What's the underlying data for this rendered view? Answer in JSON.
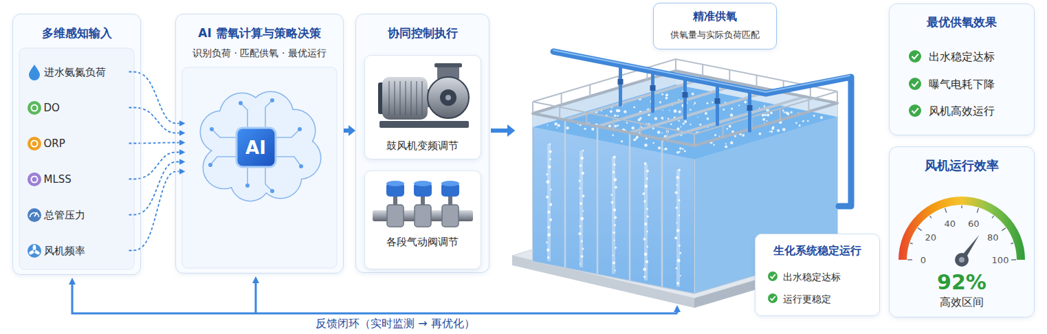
{
  "diagram": {
    "nodes": [
      {
        "text": [
          "多维感知输入"
        ]
      },
      {
        "text": [
          "进水氨氮负荷"
        ],
        "in": 0
      },
      {
        "text": [
          "DO"
        ],
        "in": 0
      },
      {
        "text": [
          "ORP"
        ],
        "in": 0
      },
      {
        "text": [
          "MLSS"
        ],
        "in": 0
      },
      {
        "text": [
          "总管压力"
        ],
        "in": 0
      },
      {
        "text": [
          "风机频率"
        ],
        "in": 0
      },
      {
        "text": [
          "AI 需氧计算与策略决策",
          "识别负荷 · 匹配供氧 · 最优运行"
        ]
      },
      {
        "text": [
          "AI"
        ],
        "in": 7
      },
      {
        "text": [
          "协同控制执行"
        ]
      },
      {
        "text": [
          "鼓风机变频调节"
        ],
        "in": 9
      },
      {
        "text": [
          "各段气动阀调节"
        ],
        "in": 9
      },
      {
        "text": [
          "精准供氧",
          "供氧量与实际负荷匹配"
        ]
      },
      {
        "text": [
          "生化系统稳定运行",
          "出水稳定达标",
          "运行更稳定"
        ]
      },
      {
        "text": [
          "最优供氧效果",
          "出水稳定达标",
          "曝气电耗下降",
          "风机高效运行"
        ]
      },
      {
        "text": [
          "风机运行效率",
          "92%",
          "高效区间"
        ]
      }
    ],
    "edges": [
      {
        "from": 1,
        "to": 8,
        "arrow": "to"
      },
      {
        "from": 2,
        "to": 8,
        "arrow": "to"
      },
      {
        "from": 3,
        "to": 8,
        "arrow": "to"
      },
      {
        "from": 4,
        "to": 8,
        "arrow": "to"
      },
      {
        "from": 5,
        "to": 8,
        "arrow": "to"
      },
      {
        "from": 6,
        "to": 8,
        "arrow": "to"
      },
      {
        "from": 7,
        "to": 9,
        "arrow": "to"
      }
    ],
    "labels": [
      "0",
      "20",
      "40",
      "60",
      "80",
      "100",
      "反馈闭环（实时监测 → 再优化）"
    ]
  }
}
